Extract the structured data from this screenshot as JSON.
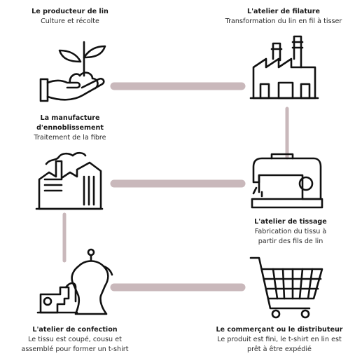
{
  "steps": [
    {
      "title": "Le producteur de lin",
      "desc": [
        "Culture et récolte"
      ],
      "icon": "hand-plant-icon"
    },
    {
      "title": "L'atelier de filature",
      "desc": [
        "Transformation du lin en fil à tisser"
      ],
      "icon": "factory-chimneys-icon"
    },
    {
      "title": "La manufacture d'ennoblissement",
      "title_lines": [
        "La manufacture",
        "d'ennoblissement"
      ],
      "desc": [
        "Traitement de la fibre"
      ],
      "icon": "factory-smoke-icon"
    },
    {
      "title": "L'atelier de tissage",
      "desc": [
        "Fabrication du tissu à",
        "partir des fils de lin"
      ],
      "icon": "sewing-machine-icon"
    },
    {
      "title": "L'atelier de confection",
      "desc": [
        "Le tissu est coupé, cousu et",
        "assemblé pour former un t-shirt"
      ],
      "icon": "mannequin-sewing-icon"
    },
    {
      "title": "Le commerçant ou le distributeur",
      "desc": [
        "Le produit est fini, le t-shirt en lin est",
        "prêt à être expédié"
      ],
      "icon": "shopping-cart-icon"
    }
  ],
  "colors": {
    "connector": "#c9b8bb",
    "icon": "#111111",
    "text": "#1a1a1a"
  }
}
